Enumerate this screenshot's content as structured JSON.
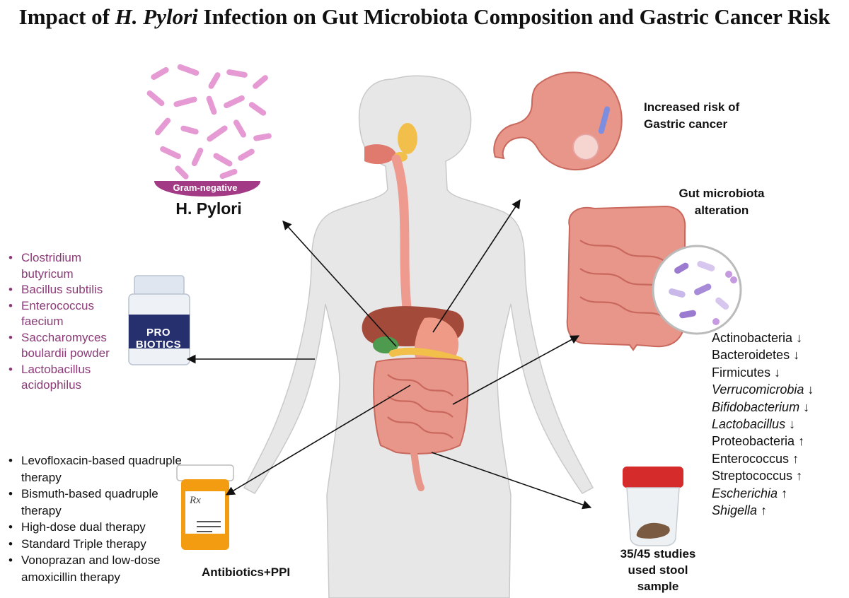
{
  "title": {
    "prefix": "Impact of ",
    "italic": "H. Pylori",
    "suffix": " Infection on Gut Microbiota Composition and Gastric Cancer Risk"
  },
  "hpylori": {
    "label": "H. Pylori",
    "gram": "Gram-negative"
  },
  "cancer": {
    "line1": "Increased risk of",
    "line2": "Gastric cancer"
  },
  "microbiota": {
    "line1": "Gut microbiota",
    "line2": "alteration"
  },
  "probiotics": {
    "pill_line1": "PRO",
    "pill_line2": "BIOTICS",
    "items": [
      "Clostridium butyricum",
      "Bacillus subtilis",
      "Enterococcus faecium",
      "Saccharomyces boulardii powder",
      "Lactobacillus acidophilus"
    ]
  },
  "therapy": {
    "label": "Antibiotics+PPI",
    "rx": "Rx",
    "items": [
      "Levofloxacin-based quadruple therapy",
      "Bismuth-based quadruple therapy",
      "High-dose dual therapy",
      "Standard Triple therapy",
      "Vonoprazan and low-dose amoxicillin therapy"
    ]
  },
  "phyla": [
    {
      "name": "Actinobacteria",
      "arrow": "↓",
      "italic": false
    },
    {
      "name": "Bacteroidetes",
      "arrow": "↓",
      "italic": false
    },
    {
      "name": "Firmicutes",
      "arrow": "↓",
      "italic": false
    },
    {
      "name": "Verrucomicrobia",
      "arrow": "↓",
      "italic": true
    },
    {
      "name": "Bifidobacterium",
      "arrow": "↓",
      "italic": true
    },
    {
      "name": "Lactobacillus",
      "arrow": "↓",
      "italic": true
    },
    {
      "name": "Proteobacteria",
      "arrow": "↑",
      "italic": false
    },
    {
      "name": "Enterococcus",
      "arrow": "↑",
      "italic": false
    },
    {
      "name": "Streptococcus",
      "arrow": "↑",
      "italic": false
    },
    {
      "name": "Escherichia",
      "arrow": "↑",
      "italic": true
    },
    {
      "name": "Shigella",
      "arrow": "↑",
      "italic": true
    }
  ],
  "stool": {
    "line1": "35/45 studies",
    "line2": "used stool",
    "line3": "sample"
  },
  "colors": {
    "bacteria": "#e59ad3",
    "tissue": "#e8958a",
    "probiotic_text": "#8b3a77",
    "bottle": "#f39c12"
  }
}
